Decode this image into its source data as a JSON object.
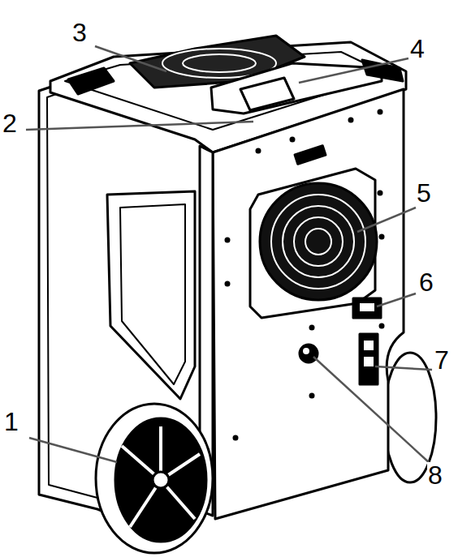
{
  "diagram": {
    "labels": [
      "3",
      "4",
      "2",
      "5",
      "6",
      "7",
      "1",
      "8"
    ]
  }
}
